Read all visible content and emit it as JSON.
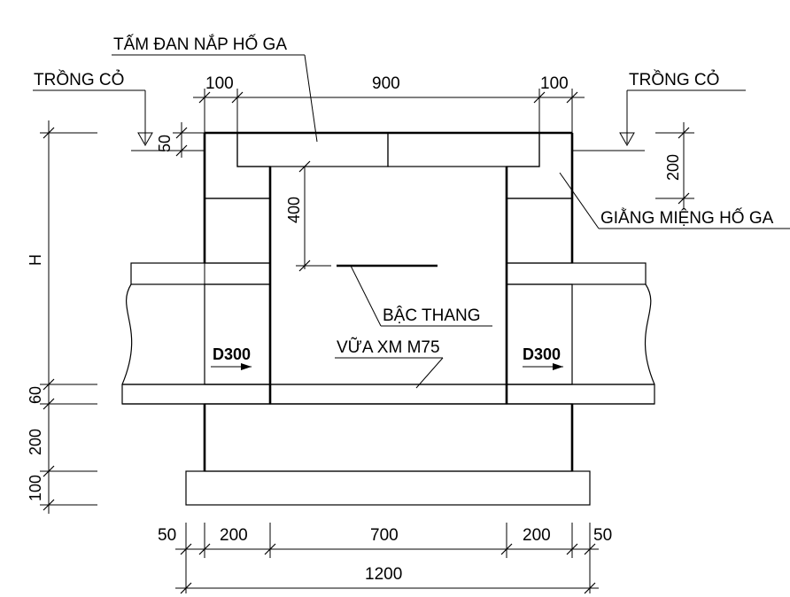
{
  "labels": {
    "cover_slab": "TẤM ĐAN NẮP HỐ GA",
    "grass_left": "TRỒNG CỎ",
    "grass_right": "TRỒNG CỎ",
    "collar_beam": "GIẰNG MIỆNG HỐ GA",
    "ladder": "BẬC THANG",
    "mortar": "VỮA XM M75",
    "pipe_left": "D300",
    "pipe_right": "D300"
  },
  "dimensions": {
    "top_left": "100",
    "top_mid": "900",
    "top_right": "100",
    "grass_offset": "50",
    "right_200": "200",
    "depth_400": "400",
    "height_h": "H",
    "d_60": "60",
    "d_200": "200",
    "d_100": "100",
    "bot_50_left": "50",
    "bot_200_left": "200",
    "bot_700": "700",
    "bot_200_right": "200",
    "bot_50_right": "50",
    "total_1200": "1200"
  },
  "colors": {
    "line": "#000000",
    "background": "#ffffff"
  }
}
